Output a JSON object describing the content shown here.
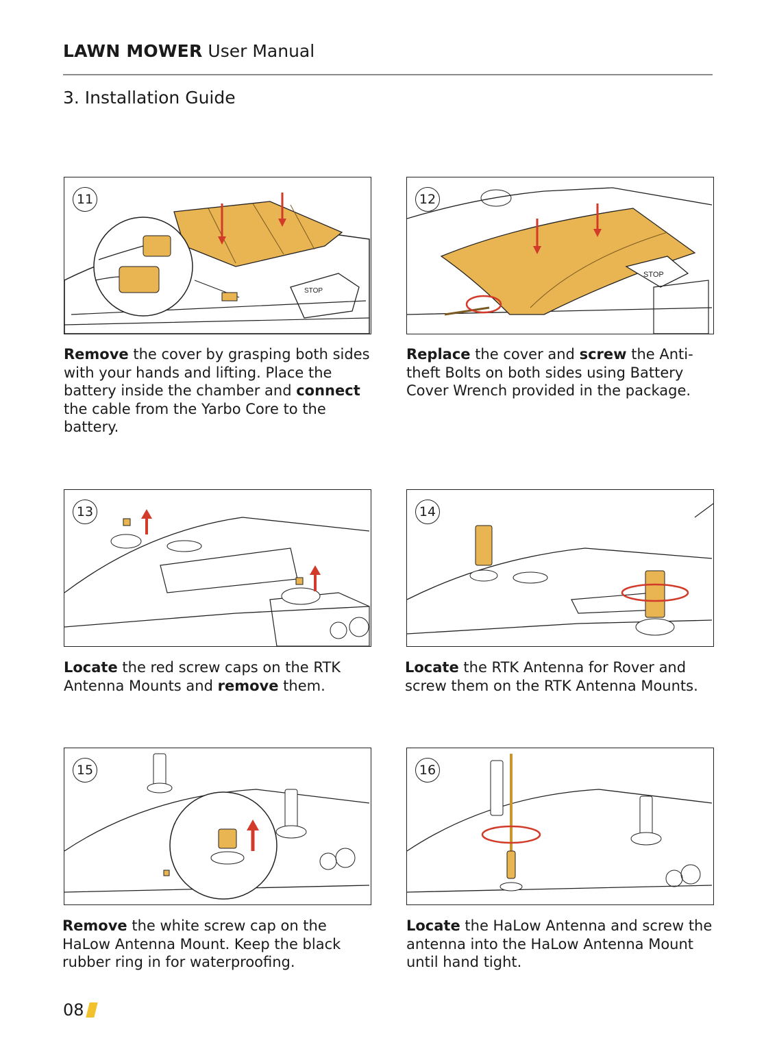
{
  "header": {
    "brand": "LAWN MOWER",
    "subtitle": "User Manual"
  },
  "section_title": "3. Installation Guide",
  "steps": [
    {
      "number": "11",
      "caption": [
        {
          "t": "Remove",
          "b": true
        },
        {
          "t": " the cover by grasping both sides with your hands and lifting. Place the battery inside the chamber and "
        },
        {
          "t": "connect",
          "b": true
        },
        {
          "t": " the cable from the Yarbo Core to the battery."
        }
      ],
      "icon": "battery-cover-removal-illustration"
    },
    {
      "number": "12",
      "caption": [
        {
          "t": "Replace",
          "b": true
        },
        {
          "t": " the cover and "
        },
        {
          "t": "screw",
          "b": true
        },
        {
          "t": " the Anti-theft Bolts on both sides using Battery Cover Wrench provided in the package."
        }
      ],
      "label_stop": "STOP",
      "icon": "cover-replace-illustration"
    },
    {
      "number": "13",
      "caption": [
        {
          "t": "Locate",
          "b": true
        },
        {
          "t": " the red screw caps on the RTK Antenna Mounts and "
        },
        {
          "t": "remove",
          "b": true
        },
        {
          "t": " them."
        }
      ],
      "icon": "screw-cap-removal-illustration"
    },
    {
      "number": "14",
      "caption": [
        {
          "t": "Locate",
          "b": true
        },
        {
          "t": " the RTK Antenna for Rover and screw them on the RTK Antenna Mounts."
        }
      ],
      "icon": "rtk-antenna-install-illustration"
    },
    {
      "number": "15",
      "caption": [
        {
          "t": "Remove",
          "b": true
        },
        {
          "t": " the white screw cap on the HaLow Antenna Mount. Keep the black rubber ring in for waterproofing."
        }
      ],
      "icon": "halow-cap-removal-illustration"
    },
    {
      "number": "16",
      "caption": [
        {
          "t": "Locate",
          "b": true
        },
        {
          "t": " the HaLow Antenna and screw the antenna into the HaLow Antenna Mount until hand tight."
        }
      ],
      "icon": "halow-antenna-install-illustration"
    }
  ],
  "page_number": "08",
  "colors": {
    "accent": "#f2c12e",
    "part": "#e9b452",
    "arrow": "#d23a2a",
    "rule": "#8a8a8a"
  }
}
